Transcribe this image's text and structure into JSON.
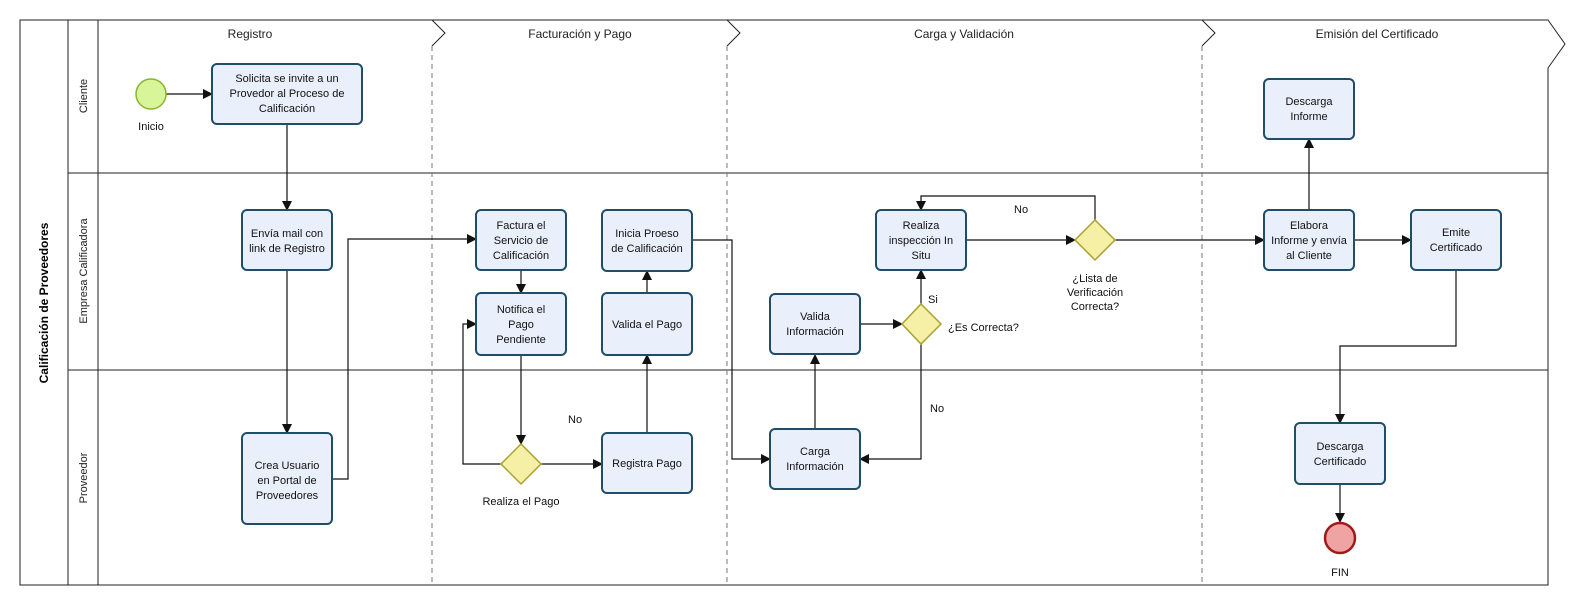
{
  "pool": {
    "title": "Calificación de Proveedores"
  },
  "lanes": {
    "cliente": "Cliente",
    "empresa": "Empresa Calificadora",
    "proveedor": "Proveedor"
  },
  "phases": {
    "registro": "Registro",
    "facturacion": "Facturación y Pago",
    "carga": "Carga y Validación",
    "emision": "Emisión del Certificado"
  },
  "events": {
    "start": "Inicio",
    "end": "FIN"
  },
  "tasks": {
    "solicita": [
      "Solicita se invite a un",
      "Provedor al Proceso de",
      "Calificación"
    ],
    "envia_mail": [
      "Envía mail con",
      "link de Registro"
    ],
    "crea_usuario": [
      "Crea Usuario",
      "en Portal de",
      "Proveedores"
    ],
    "factura": [
      "Factura el",
      "Servicio de",
      "Calificación"
    ],
    "notifica": [
      "Notifica el",
      "Pago",
      "Pendiente"
    ],
    "inicia": [
      "Inicia Proeso",
      "de Calificación"
    ],
    "valida_pago": [
      "Valida el Pago"
    ],
    "registra_pago": [
      "Registra Pago"
    ],
    "valida_info": [
      "Valida",
      "Información"
    ],
    "carga_info": [
      "Carga",
      "Información"
    ],
    "realiza_insp": [
      "Realiza",
      "inspección In",
      "Situ"
    ],
    "descarga_informe": [
      "Descarga",
      "Informe"
    ],
    "elabora": [
      "Elabora",
      "Informe y envía",
      "al Cliente"
    ],
    "emite": [
      "Emite",
      "Certificado"
    ],
    "descarga_cert": [
      "Descarga",
      "Certificado"
    ]
  },
  "gateways": {
    "realiza_pago": "Realiza el Pago",
    "es_correcta": "¿Es Correcta?",
    "lista_verif": [
      "¿Lista de",
      "Verificación",
      "Correcta?"
    ]
  },
  "flow_labels": {
    "no_pago": "No",
    "si_correcta": "Si",
    "no_correcta": "No",
    "no_lista": "No"
  },
  "colors": {
    "task_fill": "#eaf0fb",
    "task_stroke": "#1f4e6b",
    "start_fill": "#d8f59a",
    "end_fill": "#f0a3a3",
    "gateway_fill": "#f6f0a6"
  }
}
